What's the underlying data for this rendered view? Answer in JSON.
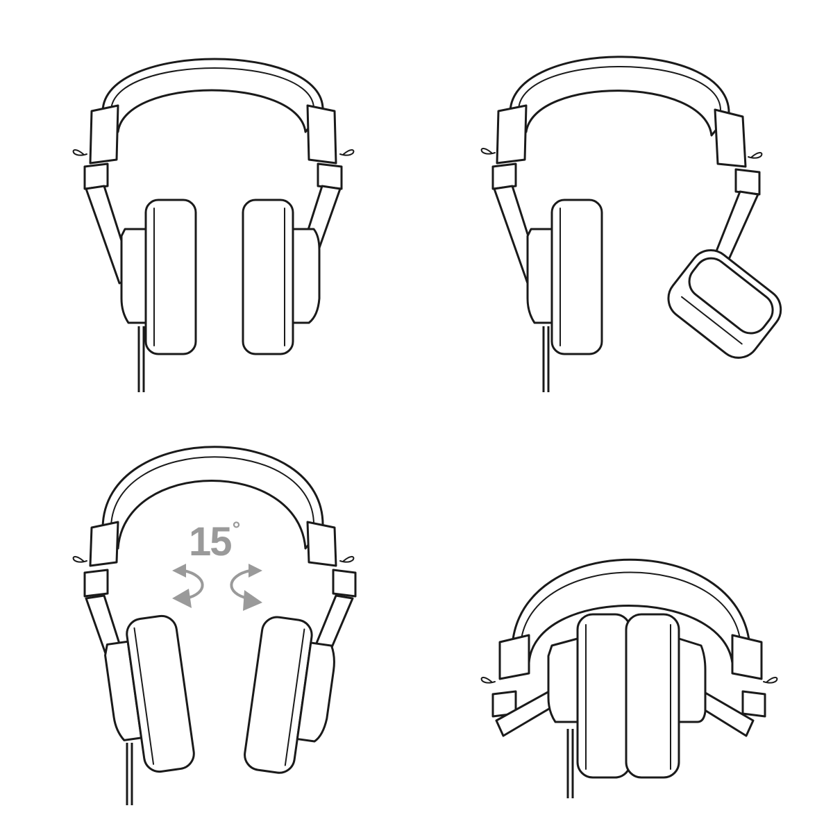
{
  "rotation": {
    "value": "15",
    "unit": "°",
    "accent_color": "#9a9a9a"
  },
  "panels": [
    {
      "id": "standard"
    },
    {
      "id": "earcup-swivel"
    },
    {
      "id": "earcup-tilt"
    },
    {
      "id": "folded"
    }
  ]
}
